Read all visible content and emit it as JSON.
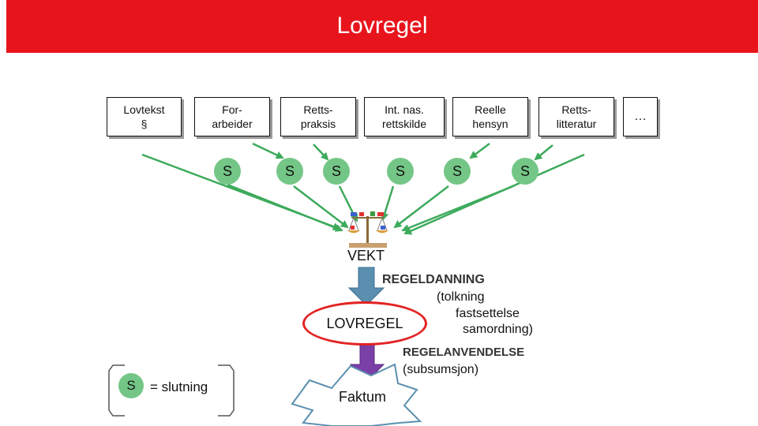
{
  "header": {
    "title": "Lovregel",
    "background": "#e8141c"
  },
  "sources": [
    {
      "id": "lovtekst",
      "label": "Lovtekst\n§"
    },
    {
      "id": "forarbeider",
      "label": "For-\narbeider"
    },
    {
      "id": "rettspraksis",
      "label": "Retts-\npraksis"
    },
    {
      "id": "int-rettskilde",
      "label": "Int. nas.\nrettskilde"
    },
    {
      "id": "reelle-hensyn",
      "label": "Reelle\nhensyn"
    },
    {
      "id": "rettslitteratur",
      "label": "Retts-\nlitteratur"
    },
    {
      "id": "more",
      "label": "…"
    }
  ],
  "s_nodes": [
    "S",
    "S",
    "S",
    "S",
    "S",
    "S"
  ],
  "center": {
    "vekt": "VEKT",
    "regeldanning": "REGELDANNING",
    "tolkning": "(tolkning",
    "fastsettelse": "fastsettelse",
    "samordning": "samordning)",
    "lovregel": "LOVREGEL",
    "regelanvendelse": "REGELANVENDELSE",
    "subsumsjon": "(subsumsjon)",
    "faktum": "Faktum"
  },
  "legend": {
    "symbol": "S",
    "text": "= slutning"
  },
  "colors": {
    "node_green": "#74c686",
    "arrow_green": "#3daa5c",
    "arrow_steel": "#5b8fb0",
    "arrow_purple": "#7b3fa8",
    "ellipse_red": "#e32222"
  }
}
